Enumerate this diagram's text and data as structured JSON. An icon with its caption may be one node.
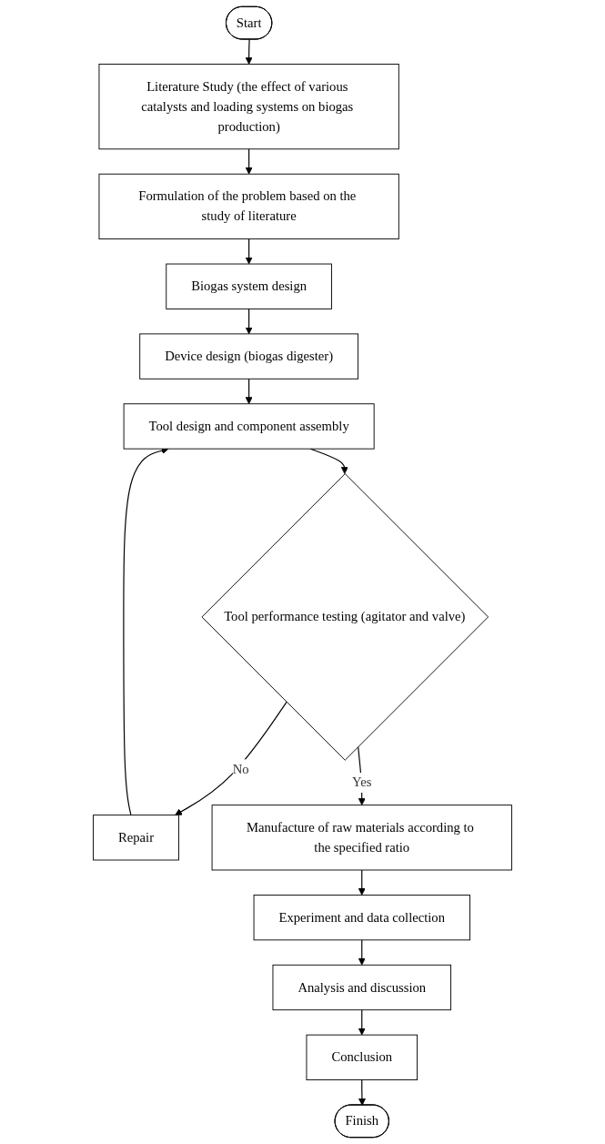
{
  "diagram": {
    "nodes": [
      {
        "text": [
          "Start"
        ]
      },
      {
        "text": [
          "Literature Study (the effect of various catalysts and loading systems on biogas production)"
        ]
      },
      {
        "text": [
          "Formulation of the problem based on the study of literature"
        ]
      },
      {
        "text": [
          "Biogas system design"
        ]
      },
      {
        "text": [
          "Device design (biogas digester)"
        ]
      },
      {
        "text": [
          "Tool design and component assembly"
        ]
      },
      {
        "text": [
          "Tool performance testing (agitator and valve)"
        ]
      },
      {
        "text": [
          "Repair"
        ]
      },
      {
        "text": [
          "Manufacture of raw materials according to the specified ratio"
        ]
      },
      {
        "text": [
          "Experiment and data collection"
        ]
      },
      {
        "text": [
          "Analysis and discussion"
        ]
      },
      {
        "text": [
          "Conclusion"
        ]
      },
      {
        "text": [
          "Finish"
        ]
      }
    ],
    "edges": [
      {
        "from": 0,
        "to": 1,
        "arrow": "to"
      },
      {
        "from": 1,
        "to": 2,
        "arrow": "to"
      },
      {
        "from": 2,
        "to": 3,
        "arrow": "to"
      },
      {
        "from": 3,
        "to": 4,
        "arrow": "to"
      },
      {
        "from": 4,
        "to": 5,
        "arrow": "to"
      },
      {
        "from": 5,
        "to": 6,
        "arrow": "to"
      },
      {
        "from": 6,
        "to": 7,
        "arrow": "to",
        "label": "No"
      },
      {
        "from": 7,
        "to": 5,
        "arrow": "to"
      },
      {
        "from": 6,
        "to": 8,
        "arrow": "to",
        "label": "Yes"
      },
      {
        "from": 8,
        "to": 9,
        "arrow": "to"
      },
      {
        "from": 9,
        "to": 10,
        "arrow": "to"
      },
      {
        "from": 10,
        "to": 11,
        "arrow": "to"
      },
      {
        "from": 11,
        "to": 12,
        "arrow": "to"
      }
    ]
  }
}
